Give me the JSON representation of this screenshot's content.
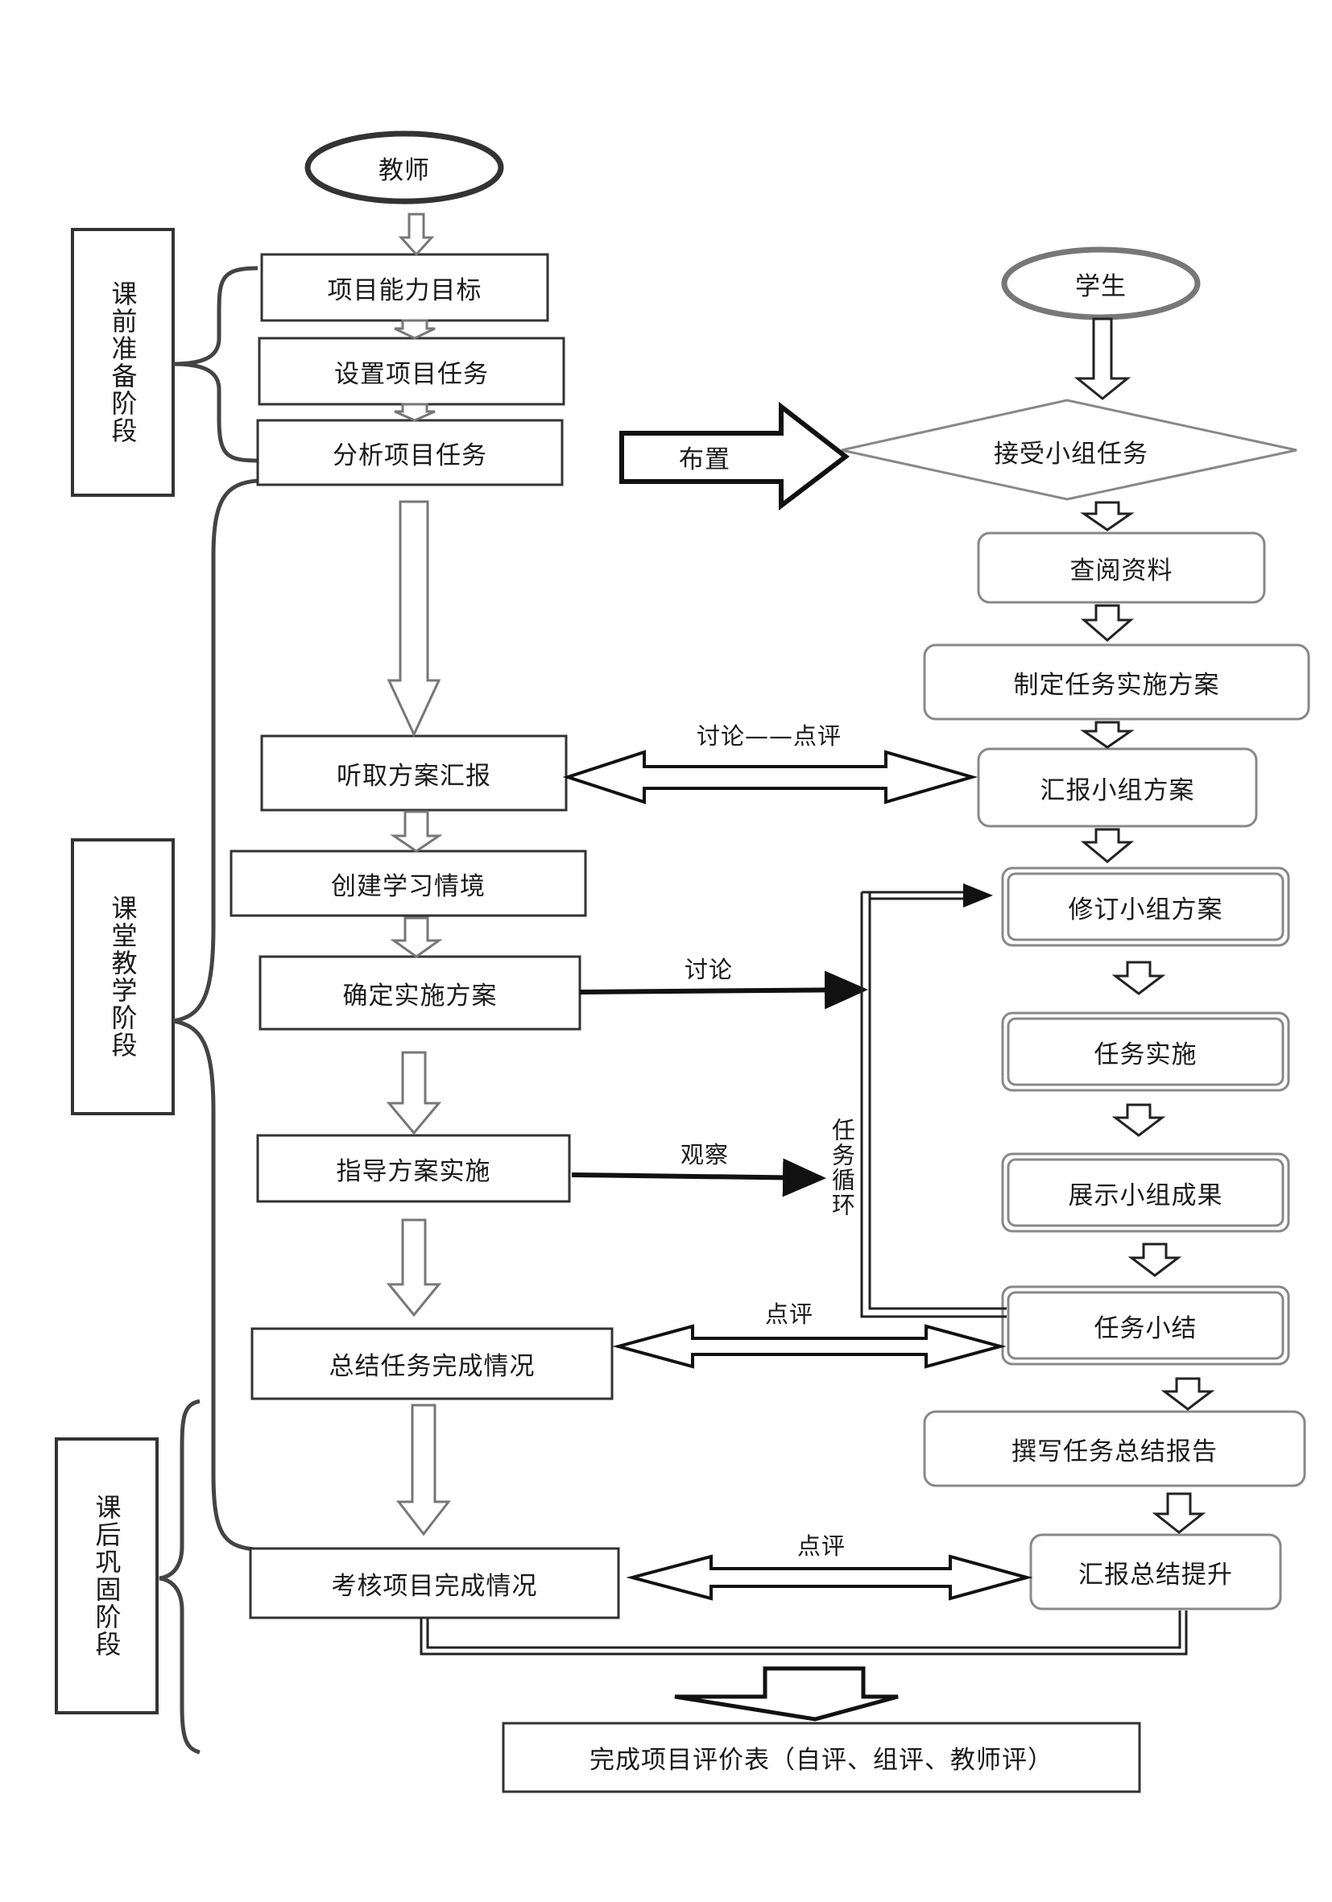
{
  "actors": {
    "teacher": "教师",
    "student": "学生"
  },
  "phases": {
    "pre": "课前准备阶段",
    "class": "课堂教学阶段",
    "post": "课后巩固阶段"
  },
  "teacher_steps": {
    "s1": "项目能力目标",
    "s2": "设置项目任务",
    "s3": "分析项目任务",
    "s4": "听取方案汇报",
    "s5": "创建学习情境",
    "s6": "确定实施方案",
    "s7": "指导方案实施",
    "s8": "总结任务完成情况",
    "s9": "考核项目完成情况"
  },
  "student_steps": {
    "s1": "接受小组任务",
    "s2": "查阅资料",
    "s3": "制定任务实施方案",
    "s4": "汇报小组方案",
    "s5": "修订小组方案",
    "s6": "任务实施",
    "s7": "展示小组成果",
    "s8": "任务小结",
    "s9": "撰写任务总结报告",
    "s10": "汇报总结提升"
  },
  "arrow_labels": {
    "assign": "布置",
    "discuss_review": "讨论——点评",
    "discuss": "讨论",
    "observe": "观察",
    "task_loop": "任务循环",
    "review1": "点评",
    "review2": "点评"
  },
  "final": "完成项目评价表（自评、组评、教师评）"
}
